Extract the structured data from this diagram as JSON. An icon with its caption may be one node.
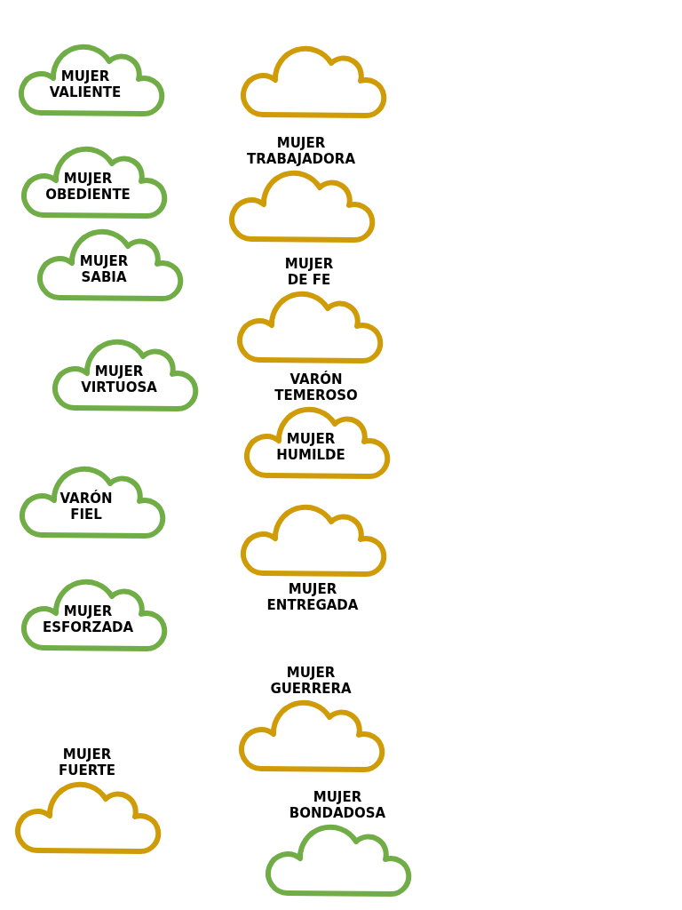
{
  "diagram": {
    "nodes": [
      {
        "text": [
          "MUJER VALIENTE"
        ]
      },
      {
        "text": [],
        "shape": "cloud"
      },
      {
        "text": [
          "MUJER OBEDIENTE"
        ]
      },
      {
        "text": [
          "MUJER TRABAJADORA"
        ]
      },
      {
        "text": [
          "MUJER SABIA"
        ]
      },
      {
        "text": [
          "MUJER DE FE"
        ]
      },
      {
        "text": [
          "MUJER VIRTUOSA"
        ]
      },
      {
        "text": [
          "VARÓN TEMEROSO",
          "MUJER HUMILDE"
        ]
      },
      {
        "text": [
          "VARÓN FIEL"
        ]
      },
      {
        "text": [
          "MUJER ENTREGADA"
        ]
      },
      {
        "text": [
          "MUJER ESFORZADA"
        ]
      },
      {
        "text": [
          "MUJER GUERRERA"
        ]
      },
      {
        "text": [
          "MUJER FUERTE"
        ]
      },
      {
        "text": [
          "MUJER BONDADOSA"
        ]
      }
    ]
  }
}
